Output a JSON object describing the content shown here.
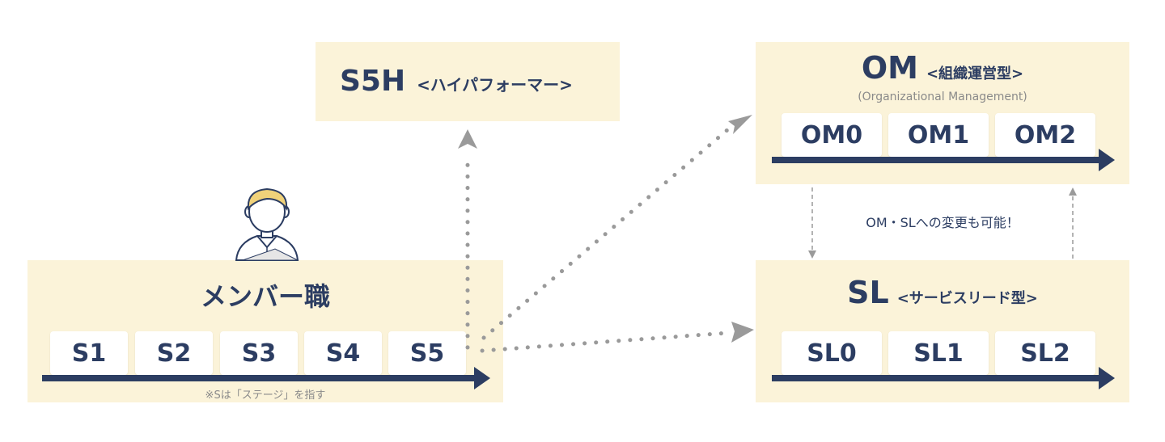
{
  "s5h": {
    "code": "S5H",
    "sub": "<ハイパフォーマー>"
  },
  "om": {
    "code": "OM",
    "sub": "<組織運営型>",
    "english": "(Organizational Management)",
    "stages": [
      "OM0",
      "OM1",
      "OM2"
    ]
  },
  "member": {
    "title": "メンバー職",
    "stages": [
      "S1",
      "S2",
      "S3",
      "S4",
      "S5"
    ],
    "note": "※Sは「ステージ」を指す"
  },
  "sl": {
    "code": "SL",
    "sub": "<サービスリード型>",
    "stages": [
      "SL0",
      "SL1",
      "SL2"
    ]
  },
  "switch_note": "OM・SLへの変更も可能！",
  "colors": {
    "navy": "#2c3d62",
    "panel": "#fbf3d9",
    "dots": "#9a9a9a",
    "dash": "#9a9a9a"
  }
}
